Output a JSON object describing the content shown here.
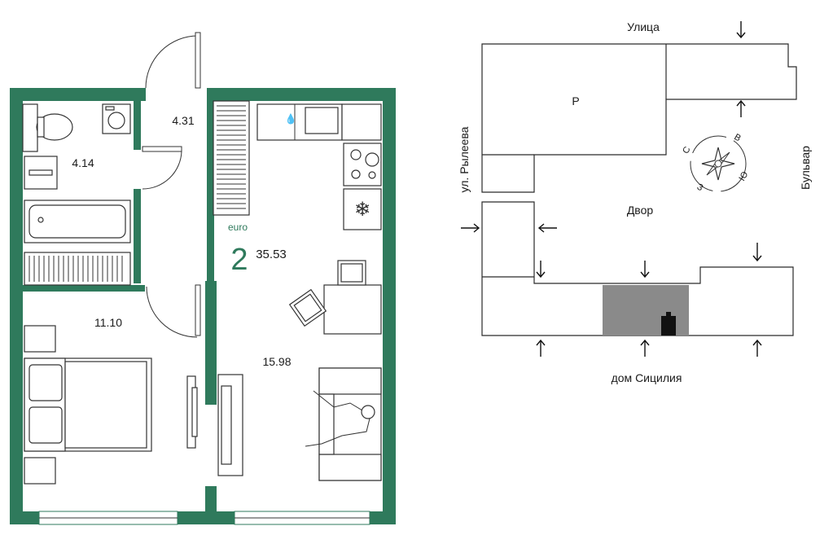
{
  "floorplan": {
    "rooms": {
      "hall_area": "4.31",
      "bath_area": "4.14",
      "bedroom_area": "11.10",
      "kitchen_living_area": "15.98"
    },
    "type_label": "euro",
    "room_count": "2",
    "total_area": "35.53"
  },
  "site_plan": {
    "street_top": "Улица",
    "street_left": "ул. Рылеева",
    "street_right": "Бульвар",
    "courtyard": "Двор",
    "parking_label": "Р",
    "house_name": "дом Сицилия",
    "compass": {
      "n": "С",
      "e": "В",
      "s": "Ю",
      "w": "З"
    }
  },
  "colors": {
    "wall": "#2f7a5c",
    "highlight_section": "#8a8a8a",
    "entrance_marker": "#111111"
  }
}
